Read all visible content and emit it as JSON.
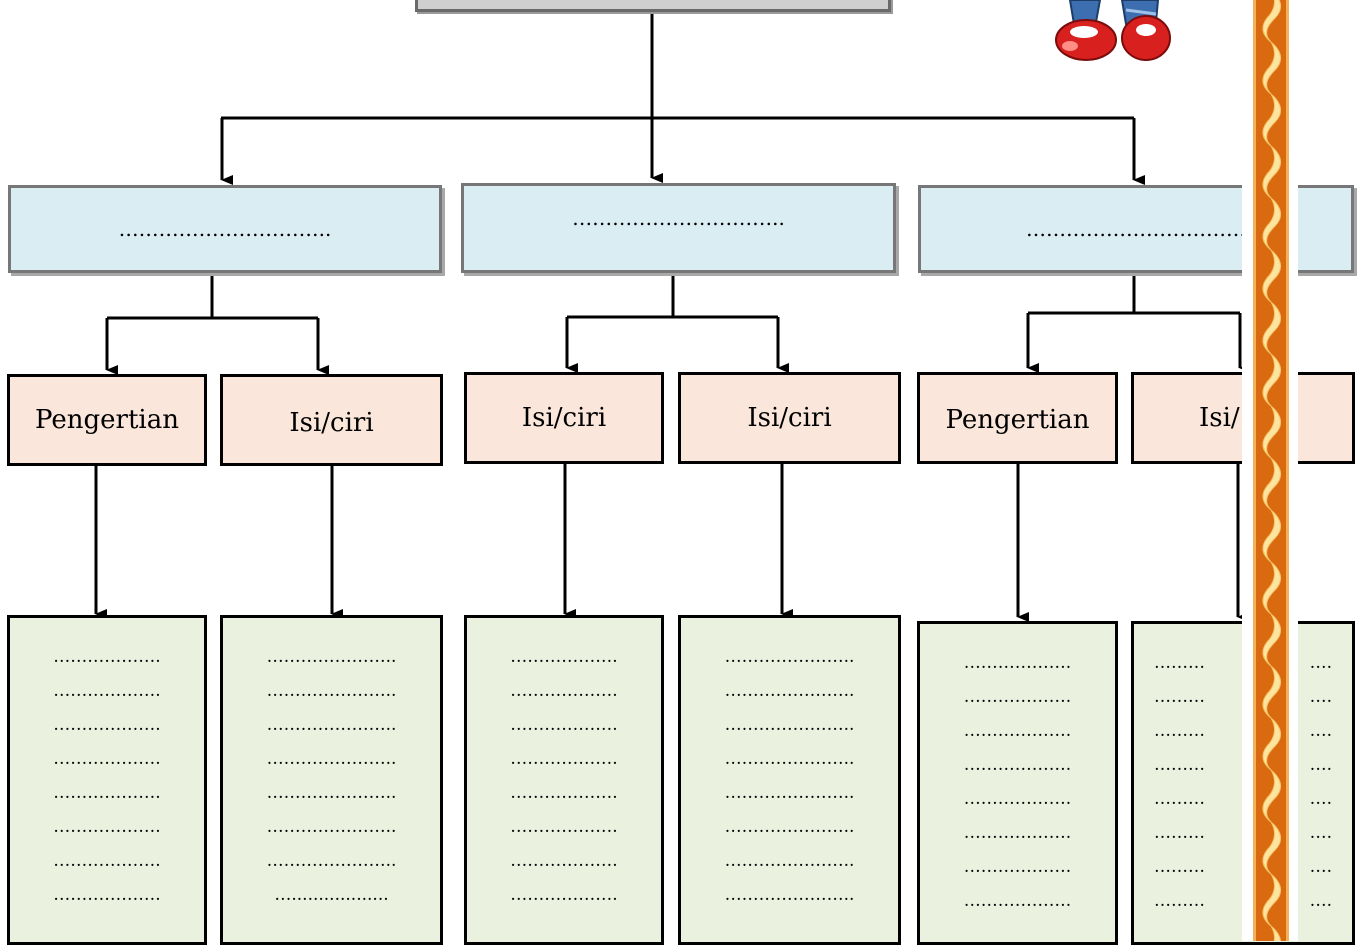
{
  "diagram": {
    "categories": [
      {
        "placeholder": "…………………………..",
        "children": [
          {
            "label": "Pengertian",
            "lines": [
              "……………….",
              "……………….",
              "……………….",
              "……………….",
              "……………….",
              "……………….",
              "……………….",
              "………………."
            ]
          },
          {
            "label": "Isi/ciri",
            "lines": [
              "…………………..",
              "…………………..",
              "…………………..",
              "…………………..",
              "…………………..",
              "…………………..",
              "…………………..",
              "….................."
            ]
          }
        ]
      },
      {
        "placeholder": "…………………………..",
        "children": [
          {
            "label": "Isi/ciri",
            "lines": [
              "……………….",
              "……………….",
              "……………….",
              "……………….",
              "……………….",
              "……………….",
              "……………….",
              "………………."
            ]
          },
          {
            "label": "Isi/ciri",
            "lines": [
              "…………………..",
              "…………………..",
              "…………………..",
              "…………………..",
              "…………………..",
              "…………………..",
              "…………………..",
              "………………….."
            ]
          }
        ]
      },
      {
        "placeholder": "……………………………",
        "children": [
          {
            "label": "Pengertian",
            "lines": [
              "……………….",
              "……………….",
              "……………….",
              "……………….",
              "……………….",
              "……………….",
              "……………….",
              "………………."
            ]
          },
          {
            "label": "Isi/",
            "lines": [
              "………",
              "………",
              "………",
              "………",
              "………",
              "………",
              "………",
              "………"
            ]
          }
        ]
      }
    ],
    "clipped_right_lines": [
      "….",
      "….",
      "….",
      "….",
      "….",
      "….",
      "….",
      "…."
    ]
  },
  "colors": {
    "category_fill": "#daedf3",
    "topic_fill": "#fae6da",
    "detail_fill": "#ebf1df",
    "border_strip": "#d96a10"
  }
}
